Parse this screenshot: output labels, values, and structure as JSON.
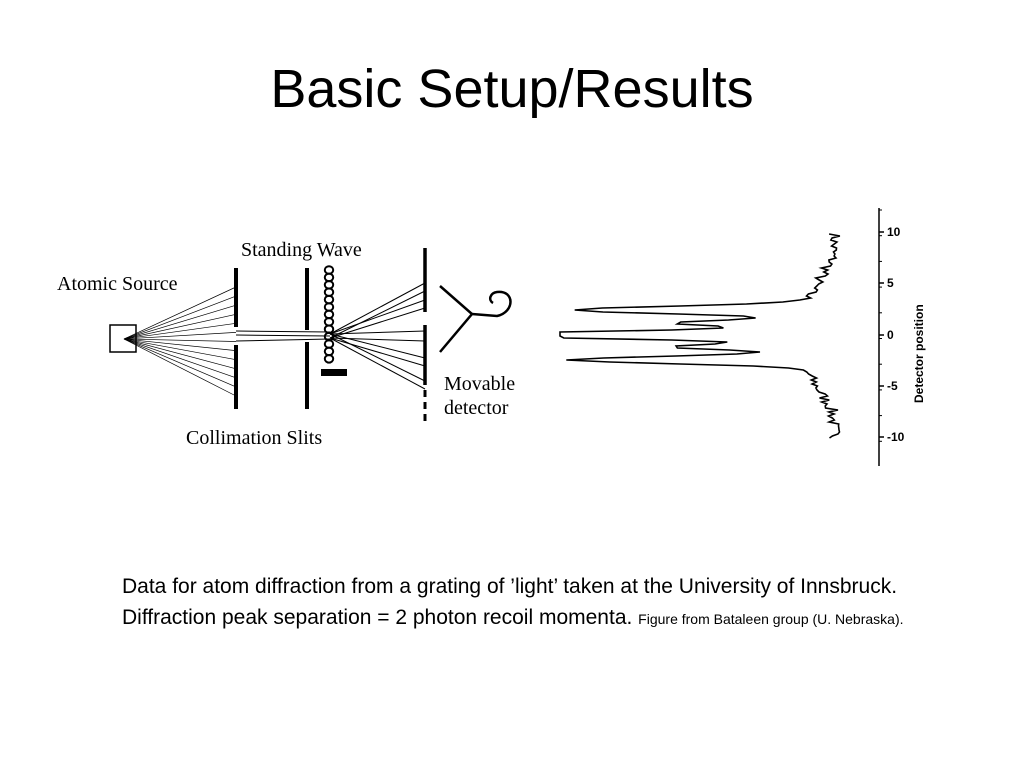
{
  "slide": {
    "title": "Basic Setup/Results"
  },
  "diagram": {
    "labels": {
      "atomic_source": "Atomic Source",
      "standing_wave": "Standing Wave",
      "collimation_slits": "Collimation Slits",
      "movable": "Movable",
      "detector": "detector"
    }
  },
  "plot": {
    "axis_title": "Detector position",
    "ticks": [
      "10",
      "5",
      "0",
      "-5",
      "-10"
    ]
  },
  "caption": {
    "main": "Data for atom diffraction from a grating of ’light’ taken at the University of Innsbruck. Diffraction peak separation = 2 photon recoil momenta.",
    "credit": "Figure from Bataleen group (U. Nebraska)."
  }
}
